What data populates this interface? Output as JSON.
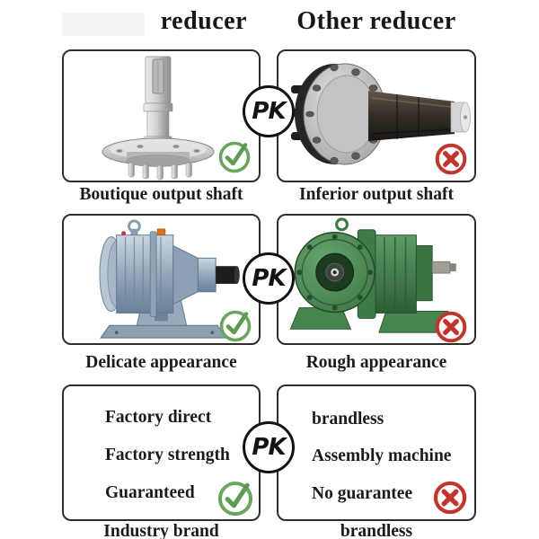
{
  "header": {
    "left": "reducer",
    "right": "Other reducer"
  },
  "badge": {
    "label": "PK"
  },
  "rows": [
    {
      "left": {
        "label": "Boutique output shaft",
        "image": "polished-steel-output-shaft",
        "verdict": "approved"
      },
      "right": {
        "label": "Inferior output shaft",
        "image": "dark-rough-output-shaft",
        "verdict": "rejected"
      }
    },
    {
      "left": {
        "label": "Delicate appearance",
        "image": "blue-gray-cycloidal-reducer",
        "verdict": "approved"
      },
      "right": {
        "label": "Rough appearance",
        "image": "green-cycloidal-reducer",
        "verdict": "rejected"
      }
    },
    {
      "left": {
        "label": "Industry brand",
        "items": [
          "Factory direct",
          "Factory strength",
          "Guaranteed"
        ],
        "verdict": "approved"
      },
      "right": {
        "label": "brandless",
        "items": [
          "brandless",
          "Assembly machine",
          "No guarantee"
        ],
        "verdict": "rejected"
      }
    }
  ],
  "colors": {
    "approved": "#5fa053",
    "rejected": "#c2352c",
    "panel_border": "#2e2e2e"
  }
}
